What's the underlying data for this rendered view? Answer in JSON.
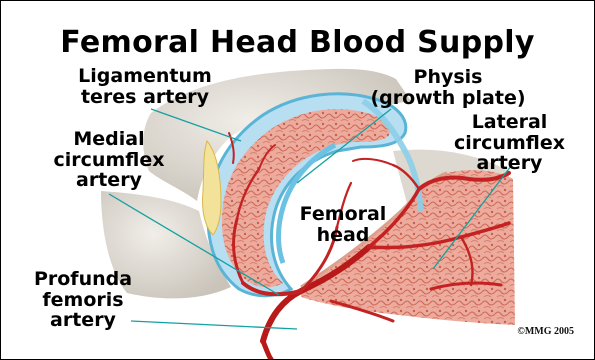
{
  "title": "Femoral Head Blood Supply",
  "labels": {
    "ligamentum_teres_artery": "Ligamentum\nteres artery",
    "physis": "Physis\n(growth plate)",
    "lateral_circumflex_artery": "Lateral\ncircumflex\nartery",
    "medial_circumflex_artery": "Medial\ncircumflex\nartery",
    "femoral_head": "Femoral\nhead",
    "profunda_femoris_artery": "Profunda\nfemoris\nartery"
  },
  "copyright": "©MMG 2005",
  "colors": {
    "leader_line": "#14a0a0",
    "artery": "#c81e1e",
    "bone": "#e89d8c",
    "cartilage": "#a8d8ee",
    "pelvis": "#dedad3"
  }
}
